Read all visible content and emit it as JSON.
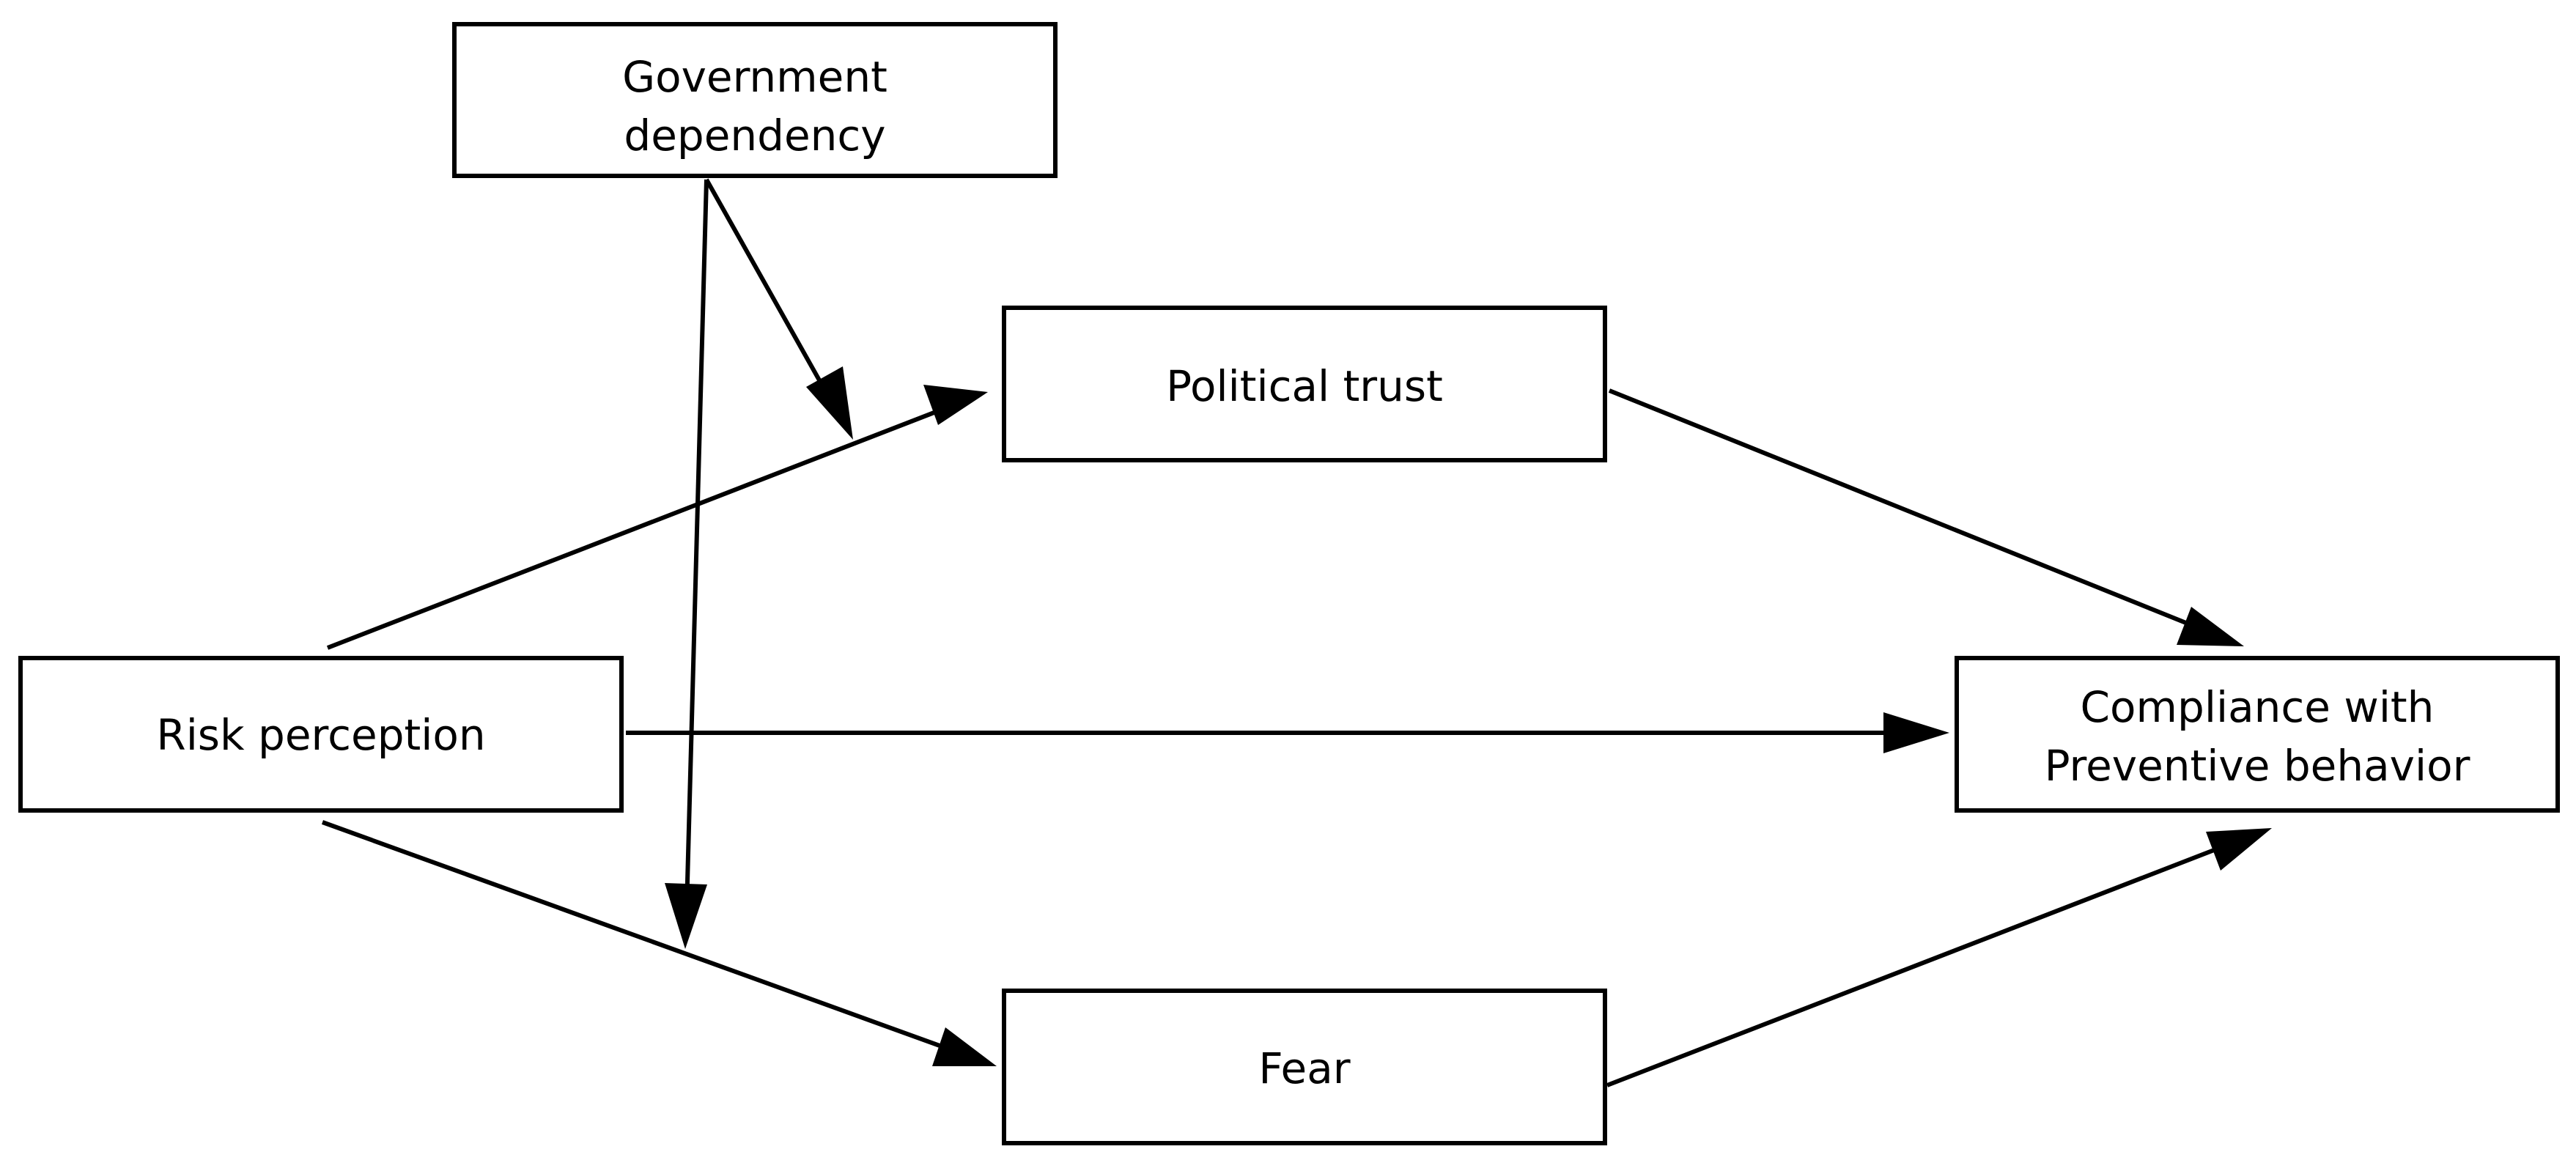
{
  "colors": {
    "stroke": "#000000",
    "fill": "#ffffff",
    "text": "#000000"
  },
  "nodes": {
    "government_dependency": {
      "label_line1": "Government",
      "label_line2": "dependency"
    },
    "political_trust": {
      "label": "Political trust"
    },
    "risk_perception": {
      "label": "Risk perception"
    },
    "compliance": {
      "label_line1": "Compliance with",
      "label_line2": "Preventive behavior"
    },
    "fear": {
      "label": "Fear"
    }
  },
  "edges": [
    {
      "from": "risk_perception",
      "to": "political_trust"
    },
    {
      "from": "risk_perception",
      "to": "compliance"
    },
    {
      "from": "risk_perception",
      "to": "fear"
    },
    {
      "from": "political_trust",
      "to": "compliance"
    },
    {
      "from": "fear",
      "to": "compliance"
    },
    {
      "from": "government_dependency",
      "to": "edge:risk_perception-political_trust"
    },
    {
      "from": "government_dependency",
      "to": "edge:risk_perception-fear"
    }
  ]
}
